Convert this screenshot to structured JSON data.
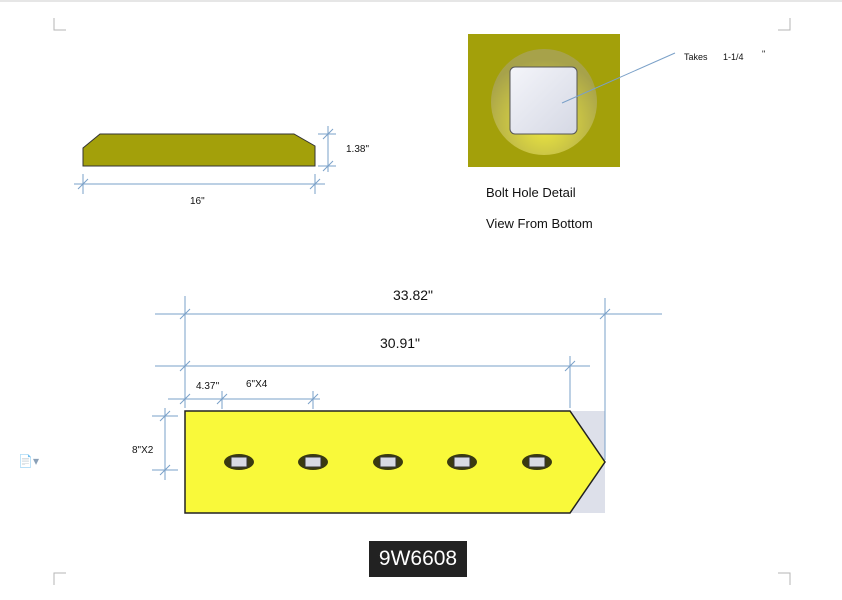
{
  "side_view": {
    "length_label": "16\"",
    "height_label": "1.38\""
  },
  "bolt_detail": {
    "callout_prefix": "Takes",
    "callout_size": "1-1/4",
    "callout_unit": "\"",
    "title": "Bolt Hole Detail",
    "subtitle": "View From Bottom"
  },
  "main_view": {
    "overall_length": "33.82\"",
    "edge_length": "30.91\"",
    "first_hole": "4.37''",
    "hole_spacing": "6\"X4",
    "width_label": "8\"X2",
    "hole_count": 5
  },
  "part_number": "9W6608",
  "colors": {
    "blade": "#f9f93a",
    "side": "#a3a00a",
    "dim_line": "#7aa0c8"
  }
}
